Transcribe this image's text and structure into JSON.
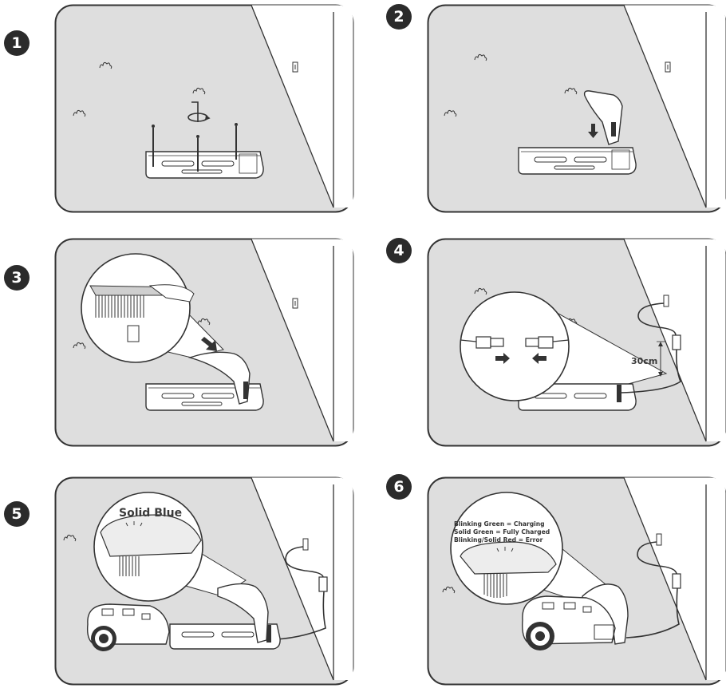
{
  "steps": [
    {
      "number": "1"
    },
    {
      "number": "2"
    },
    {
      "number": "3"
    },
    {
      "number": "4",
      "distance_label": "30cm"
    },
    {
      "number": "5",
      "status_label": "Solid Blue"
    },
    {
      "number": "6",
      "status_lines": [
        "Blinking Green = Charging",
        "Solid Green = Fully Charged",
        "Blinking/Solid Red = Error"
      ]
    }
  ],
  "colors": {
    "panel_fill": "#dedede",
    "line": "#333333",
    "badge": "#2b2b2b",
    "wall": "#ffffff"
  },
  "icons": [
    "grass-tuft-icon",
    "wall-socket-icon",
    "screw-icon",
    "rotate-icon",
    "arrow-icon",
    "power-adapter-icon",
    "charging-station",
    "robot-mower"
  ]
}
